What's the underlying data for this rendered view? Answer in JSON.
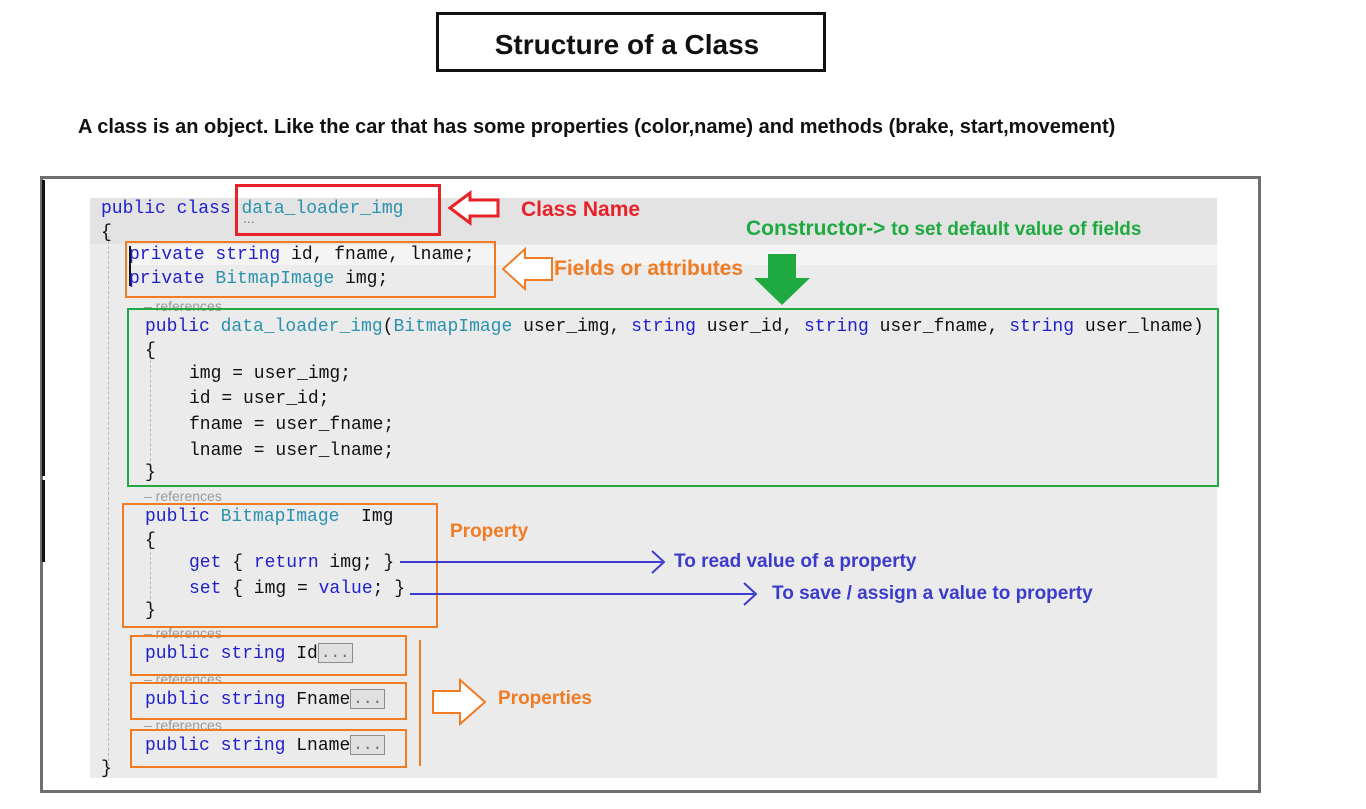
{
  "title": "Structure of a Class",
  "subtitle": "A class is an object. Like the car that has some properties (color,name) and  methods (brake, start,movement)",
  "code": {
    "l1_kw": "public class ",
    "l1_name": "data_loader_img",
    "l2": "{",
    "f1_kw1": "private ",
    "f1_kw2": "string",
    "f1_rest": " id, fname, lname;",
    "f2_kw": "private ",
    "f2_type": "BitmapImage",
    "f2_rest": " img;",
    "ref_label": "– references",
    "ctor_kw": "public ",
    "ctor_name": "data_loader_img",
    "ctor_p1": "(",
    "ctor_t1": "BitmapImage",
    "ctor_p2": " user_img, ",
    "ctor_k2": "string",
    "ctor_p3": " user_id, ",
    "ctor_k3": "string",
    "ctor_p4": " user_fname, ",
    "ctor_k4": "string",
    "ctor_p5": " user_lname)",
    "ctor_open": "{",
    "ctor_b1": "img = user_img;",
    "ctor_b2": "id = user_id;",
    "ctor_b3": "fname = user_fname;",
    "ctor_b4": "lname = user_lname;",
    "ctor_close": "}",
    "prop_kw": "public ",
    "prop_type": "BitmapImage",
    "prop_name": "  Img",
    "prop_open": "{",
    "get_kw": "get",
    "get_mid": " { ",
    "get_ret": "return",
    "get_end": " img; }",
    "set_kw": "set",
    "set_mid": " { img = ",
    "set_val": "value",
    "set_end": "; }",
    "prop_close": "}",
    "p1_kw": "public string ",
    "p1_name": "Id",
    "p2_kw": "public string ",
    "p2_name": "Fname",
    "p3_kw": "public string ",
    "p3_name": "Lname",
    "ellipsis": "...",
    "end_brace": "}"
  },
  "annotations": {
    "class_name": "Class Name",
    "constructor_a": "Constructor-> ",
    "constructor_b": "to set default value of fields",
    "fields_a": "Fields ",
    "fields_b": "or attributes",
    "property": "Property",
    "get_desc": "To read value of a property",
    "set_desc": "To save / assign a value to property",
    "properties": "Properties"
  },
  "colors": {
    "red": "#e8212a",
    "orange": "#f07b22",
    "green": "#1eaa40",
    "blue": "#3b3bcc",
    "keyword": "#1f1fcc",
    "type": "#2b91af"
  }
}
